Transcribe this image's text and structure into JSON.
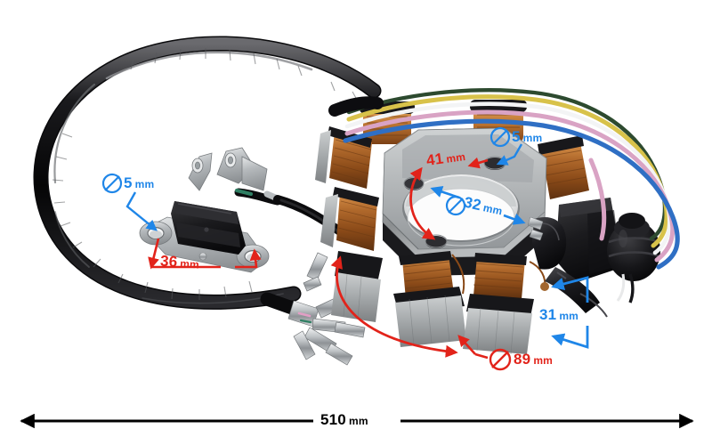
{
  "image": {
    "subject": "motorcycle-stator-with-pickup-coil-and-wiring-harness",
    "background_color": "#ffffff"
  },
  "annotations": {
    "colors": {
      "blue": "#1f86e8",
      "red": "#e2231a",
      "black": "#000000"
    },
    "items": [
      {
        "id": "pickup-hole-diameter",
        "text_number": "5",
        "text_unit": "mm",
        "has_diameter_symbol": true,
        "color": "blue",
        "target": "pickup coil mounting hole (left)"
      },
      {
        "id": "pickup-hole-spacing",
        "text_number": "36",
        "text_unit": "mm",
        "has_diameter_symbol": false,
        "color": "red",
        "target": "distance between pickup coil mounting holes"
      },
      {
        "id": "stator-hole-diameter",
        "text_number": "5",
        "text_unit": "mm",
        "has_diameter_symbol": true,
        "color": "blue",
        "target": "stator plate mounting hole"
      },
      {
        "id": "stator-bolt-circle",
        "text_number": "41",
        "text_unit": "mm",
        "has_diameter_symbol": false,
        "color": "red",
        "target": "arc between stator mounting holes"
      },
      {
        "id": "stator-bore-diameter",
        "text_number": "32",
        "text_unit": "mm",
        "has_diameter_symbol": true,
        "color": "blue",
        "target": "stator centre bore"
      },
      {
        "id": "stator-thickness",
        "text_number": "31",
        "text_unit": "mm",
        "has_diameter_symbol": false,
        "color": "blue",
        "target": "stator pole / coil height"
      },
      {
        "id": "stator-outer-diameter",
        "text_number": "89",
        "text_unit": "mm",
        "has_diameter_symbol": true,
        "color": "red",
        "target": "stator outer diameter arc"
      },
      {
        "id": "overall-cable-length",
        "text_number": "510",
        "text_unit": "mm",
        "has_diameter_symbol": false,
        "color": "black",
        "target": "overall length of assembly / harness"
      }
    ]
  }
}
